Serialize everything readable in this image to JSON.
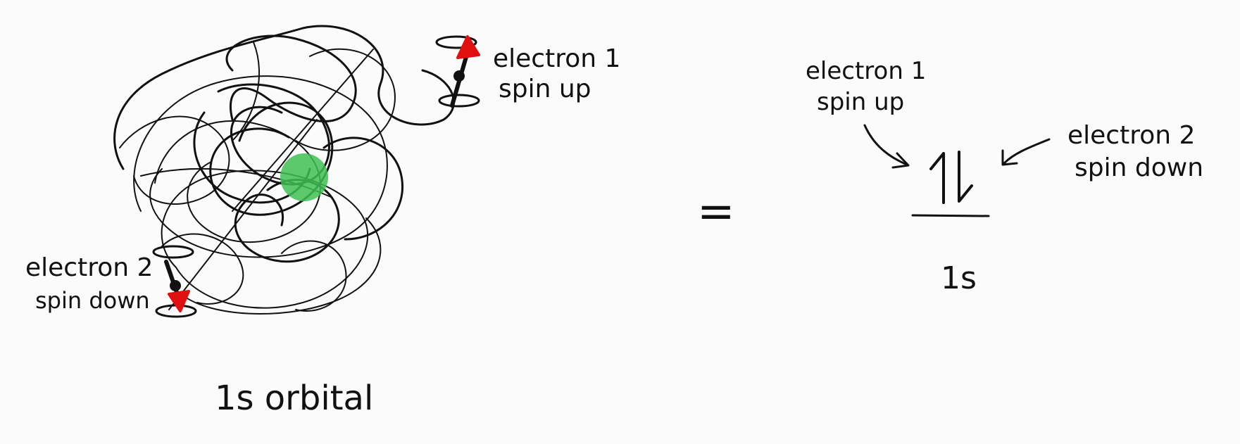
{
  "diagram": {
    "orbital_caption": "1s orbital",
    "equals_sign": "=",
    "level_label": "1s",
    "electron1": {
      "name_line1": "electron 1",
      "name_line2": "spin up"
    },
    "electron2": {
      "name_line1": "electron 2",
      "name_line2": "spin down"
    },
    "right_electron1": {
      "name_line1": "electron 1",
      "name_line2": "spin up"
    },
    "right_electron2": {
      "name_line1": "electron 2",
      "name_line2": "spin down"
    },
    "spin_symbol": "↿⇂",
    "colors": {
      "nucleus": "#3fbf53",
      "spin_arrow": "#e01010",
      "ink": "#111111",
      "background": "#fbfbfb"
    }
  }
}
